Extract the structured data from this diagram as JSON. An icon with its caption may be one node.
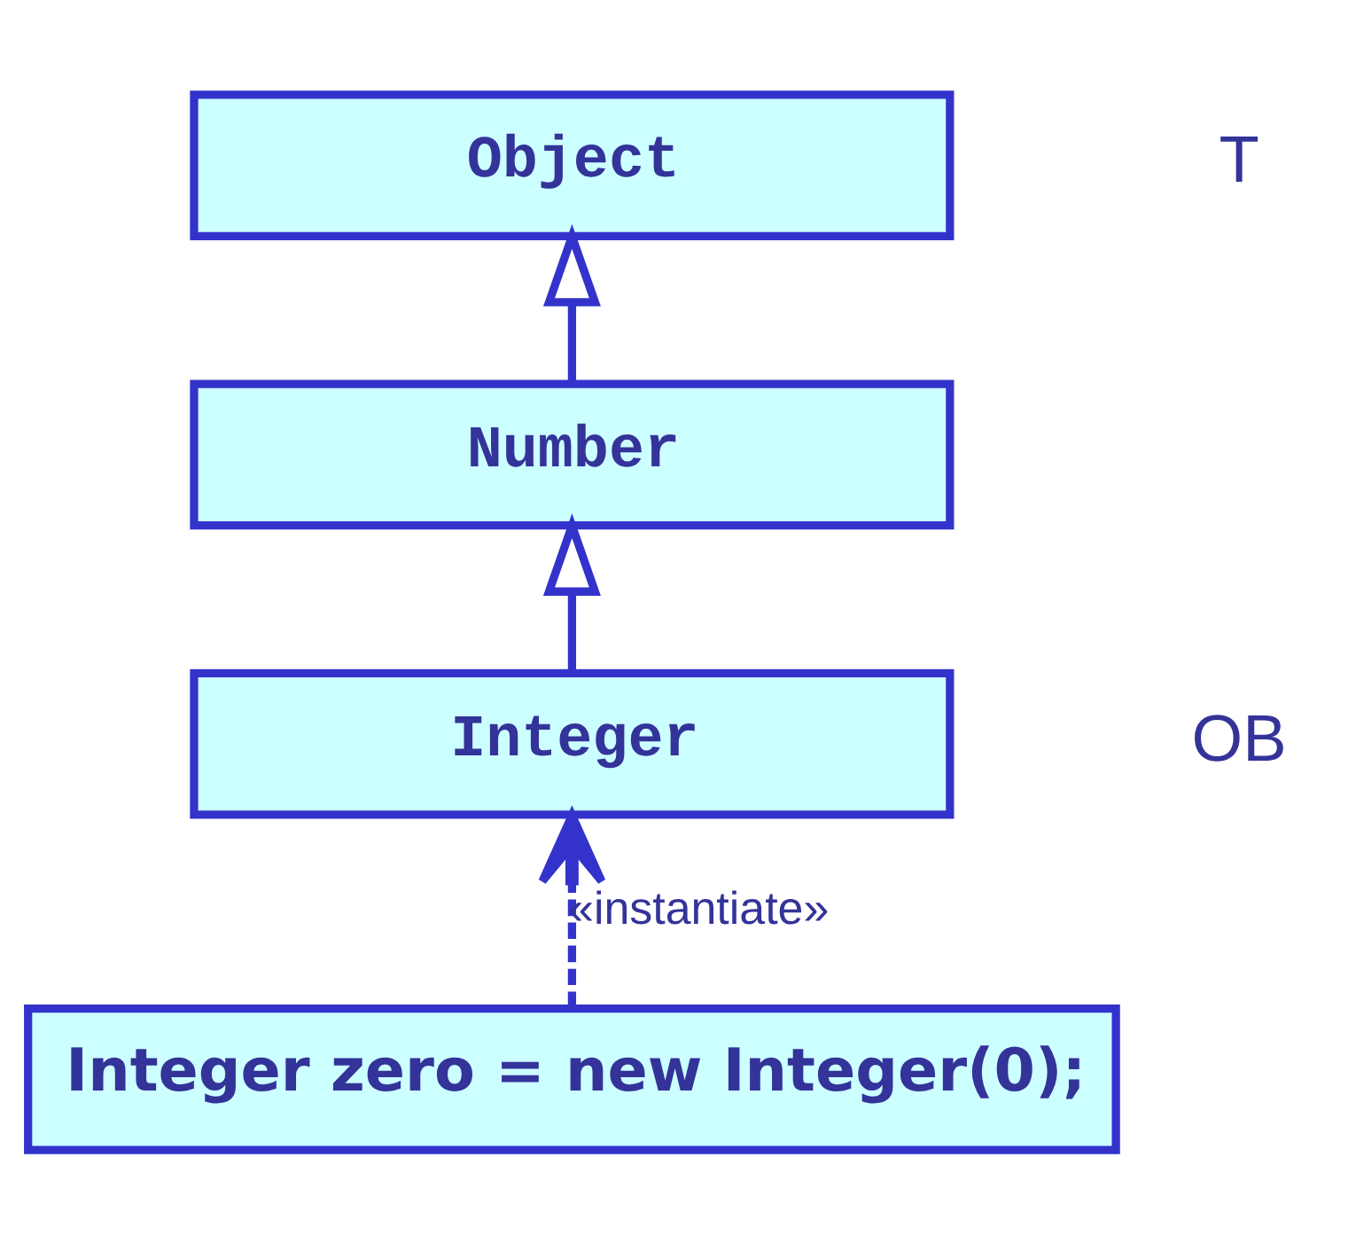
{
  "diagram": {
    "nodes": [
      {
        "text": [
          "Object"
        ]
      },
      {
        "text": [
          "Number"
        ]
      },
      {
        "text": [
          "Integer"
        ]
      },
      {
        "text": [
          "Integer zero = new Integer(0);"
        ]
      }
    ],
    "edges": [
      {
        "from": 1,
        "to": 0,
        "arrow": "to"
      },
      {
        "from": 2,
        "to": 1,
        "arrow": "to"
      },
      {
        "from": 3,
        "to": 2,
        "arrow": "to",
        "label": "«instantiate»",
        "style": "dashed"
      }
    ],
    "labels": [
      "T",
      "OB"
    ]
  }
}
